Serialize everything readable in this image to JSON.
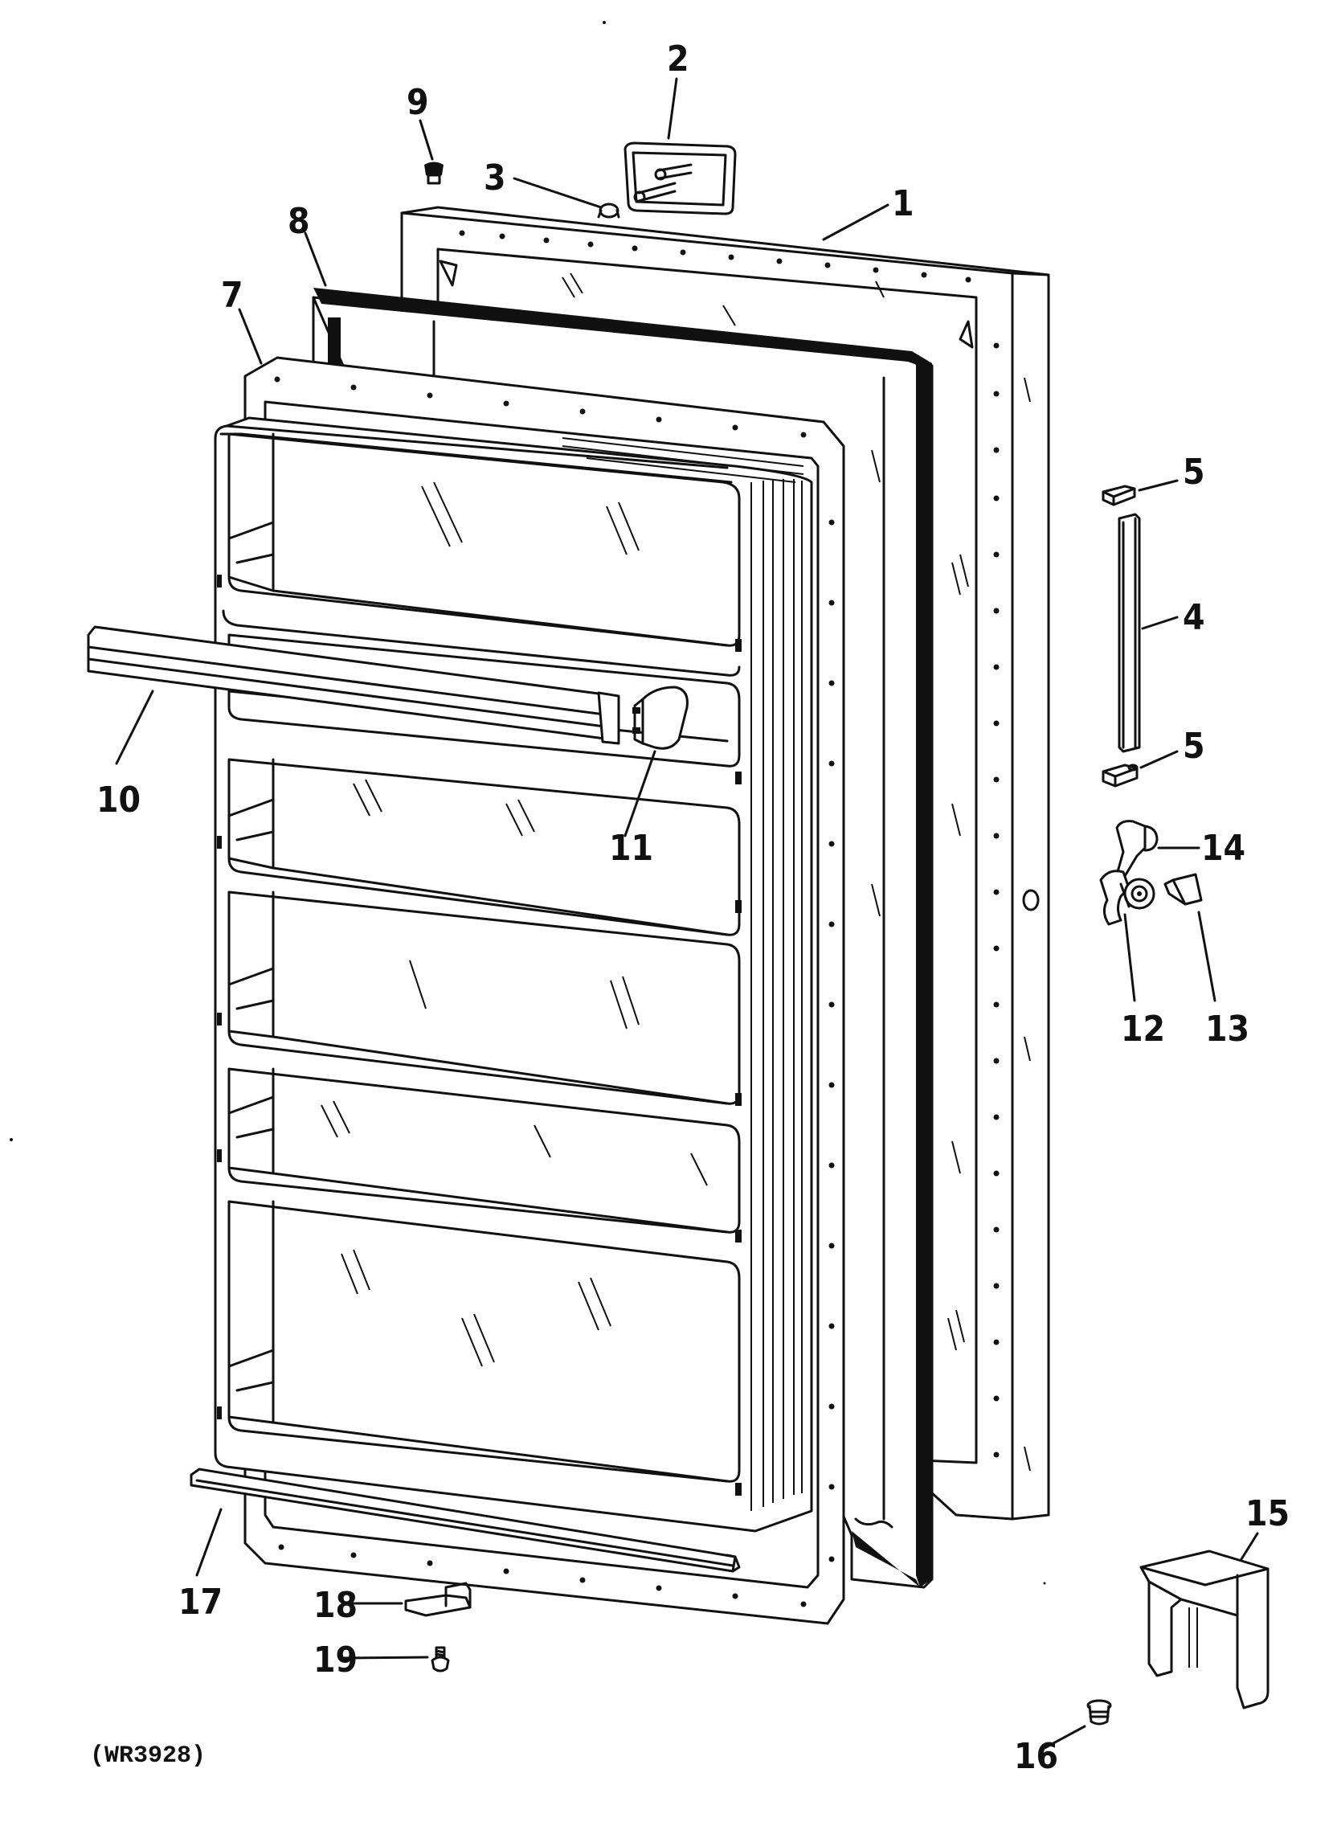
{
  "diagram": {
    "reference_code": "(WR3928)",
    "callouts": [
      {
        "id": "1",
        "text": "1"
      },
      {
        "id": "2",
        "text": "2"
      },
      {
        "id": "3",
        "text": "3"
      },
      {
        "id": "4",
        "text": "4"
      },
      {
        "id": "5a",
        "text": "5"
      },
      {
        "id": "5b",
        "text": "5"
      },
      {
        "id": "7",
        "text": "7"
      },
      {
        "id": "8",
        "text": "8"
      },
      {
        "id": "9",
        "text": "9"
      },
      {
        "id": "10",
        "text": "10"
      },
      {
        "id": "11",
        "text": "11"
      },
      {
        "id": "12",
        "text": "12"
      },
      {
        "id": "13",
        "text": "13"
      },
      {
        "id": "14",
        "text": "14"
      },
      {
        "id": "15",
        "text": "15"
      },
      {
        "id": "16",
        "text": "16"
      },
      {
        "id": "17",
        "text": "17"
      },
      {
        "id": "18",
        "text": "18"
      },
      {
        "id": "19",
        "text": "19"
      }
    ]
  }
}
